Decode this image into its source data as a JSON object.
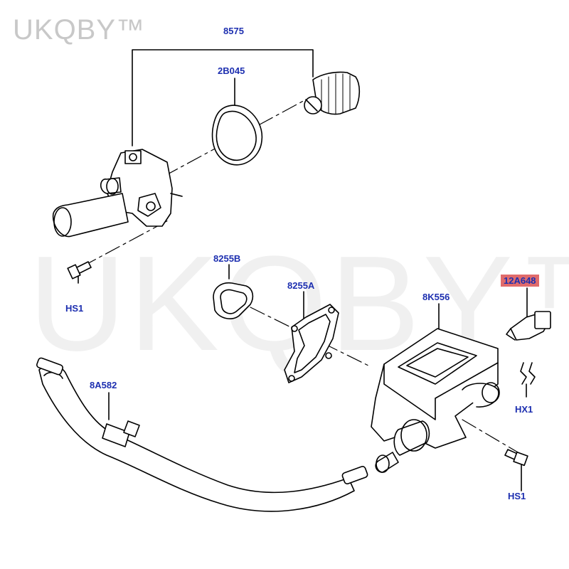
{
  "brand": {
    "text": "UKQBY™",
    "watermark_text": "UKQBY™"
  },
  "callouts": [
    {
      "key": "c8575",
      "text": "8575"
    },
    {
      "key": "c2B045",
      "text": "2B045"
    },
    {
      "key": "c8255B",
      "text": "8255B"
    },
    {
      "key": "c8255A",
      "text": "8255A"
    },
    {
      "key": "c8K556",
      "text": "8K556"
    },
    {
      "key": "c12A648",
      "text": "12A648",
      "highlighted": true
    },
    {
      "key": "cHS1a",
      "text": "HS1"
    },
    {
      "key": "c8A582",
      "text": "8A582"
    },
    {
      "key": "cHX1",
      "text": "HX1"
    },
    {
      "key": "cHS1b",
      "text": "HS1"
    }
  ],
  "colors": {
    "callout": "#1d2fb0",
    "highlight": "#e06b6b",
    "line": "#000000"
  }
}
